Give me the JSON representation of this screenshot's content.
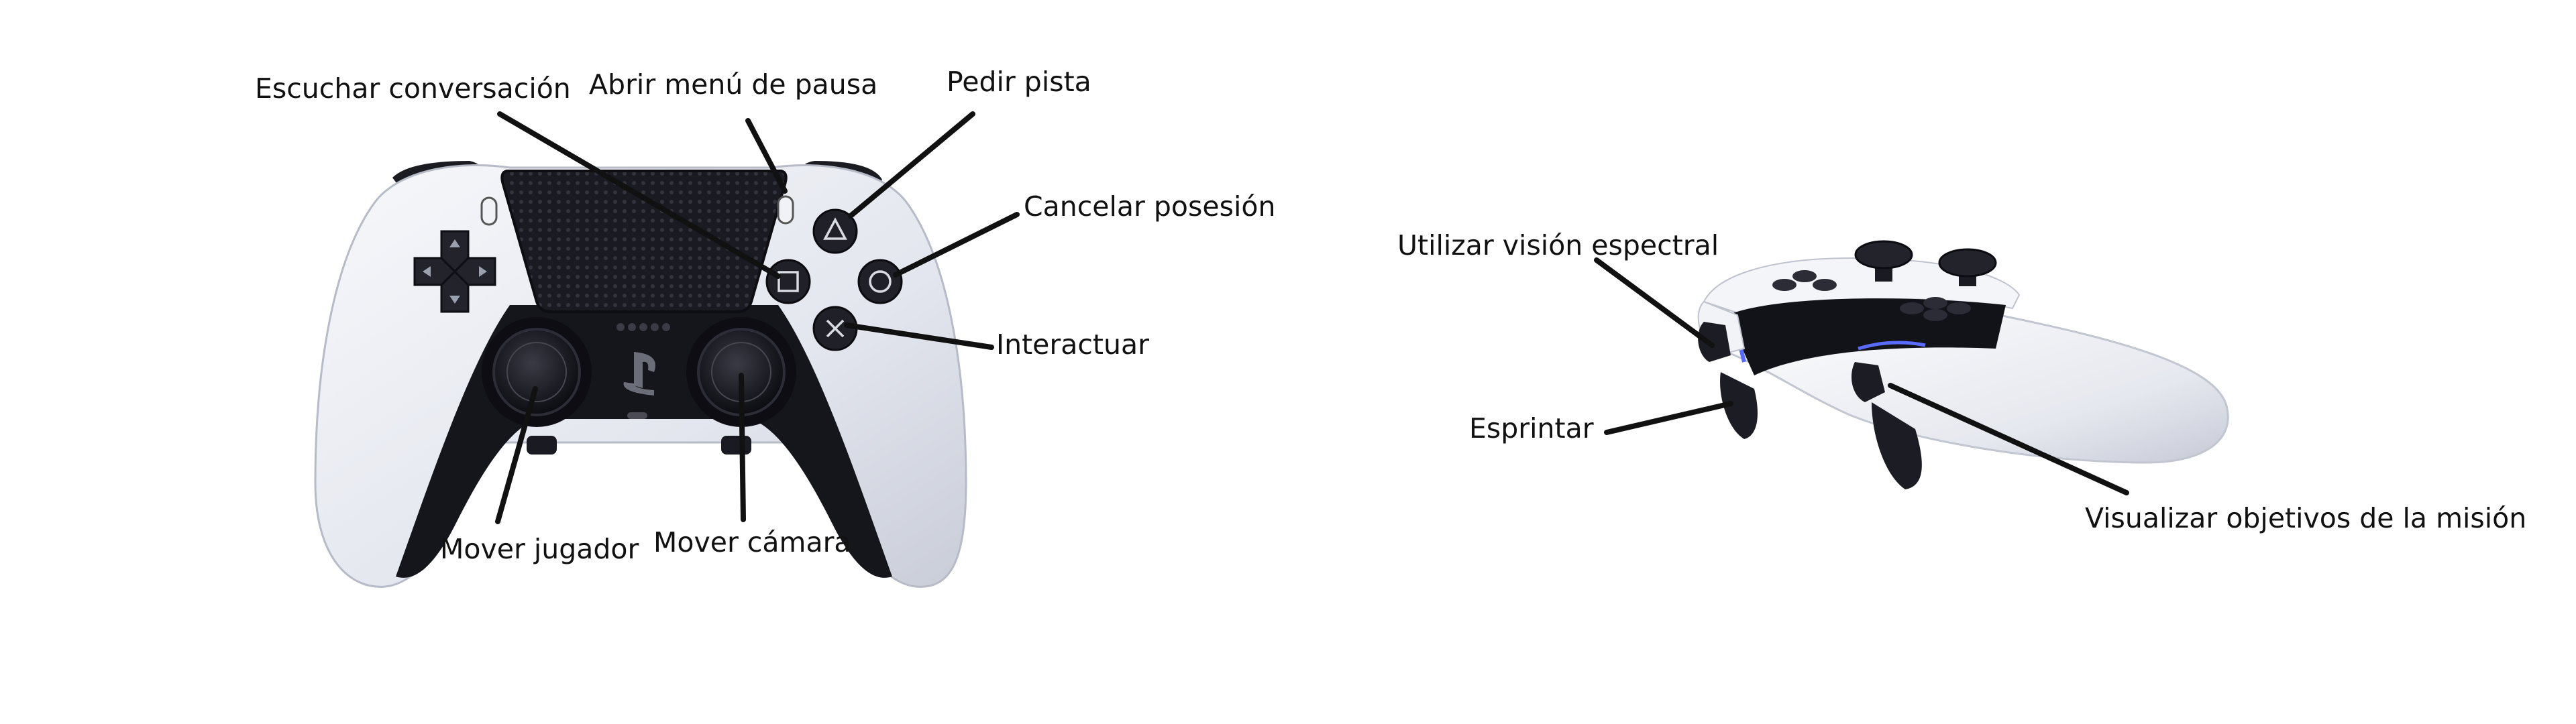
{
  "colors": {
    "background": "#ffffff",
    "controller_body": "#e6e8ee",
    "controller_dark": "#16161d",
    "leader_line": "#111111",
    "accent_light": "#5a6cff"
  },
  "labels": {
    "escuchar_conversacion": "Escuchar conversación",
    "abrir_menu_pausa": "Abrir menú de pausa",
    "pedir_pista": "Pedir pista",
    "cancelar_posesion": "Cancelar posesión",
    "interactuar": "Interactuar",
    "mover_jugador": "Mover jugador",
    "mover_camara": "Mover cámara",
    "utilizar_vision_espectral": "Utilizar visión espectral",
    "esprintar": "Esprintar",
    "visualizar_objetivos": "Visualizar objetivos de la misión"
  },
  "figures": {
    "front_view": {
      "icons": [
        "dpad-icon",
        "triangle-icon",
        "circle-icon",
        "cross-icon",
        "square-icon",
        "options-icon",
        "create-icon",
        "playstation-logo-icon"
      ]
    },
    "side_view": {
      "icons": [
        "controller-side-view",
        "l1-trigger",
        "r1-trigger",
        "light-bar"
      ]
    }
  }
}
